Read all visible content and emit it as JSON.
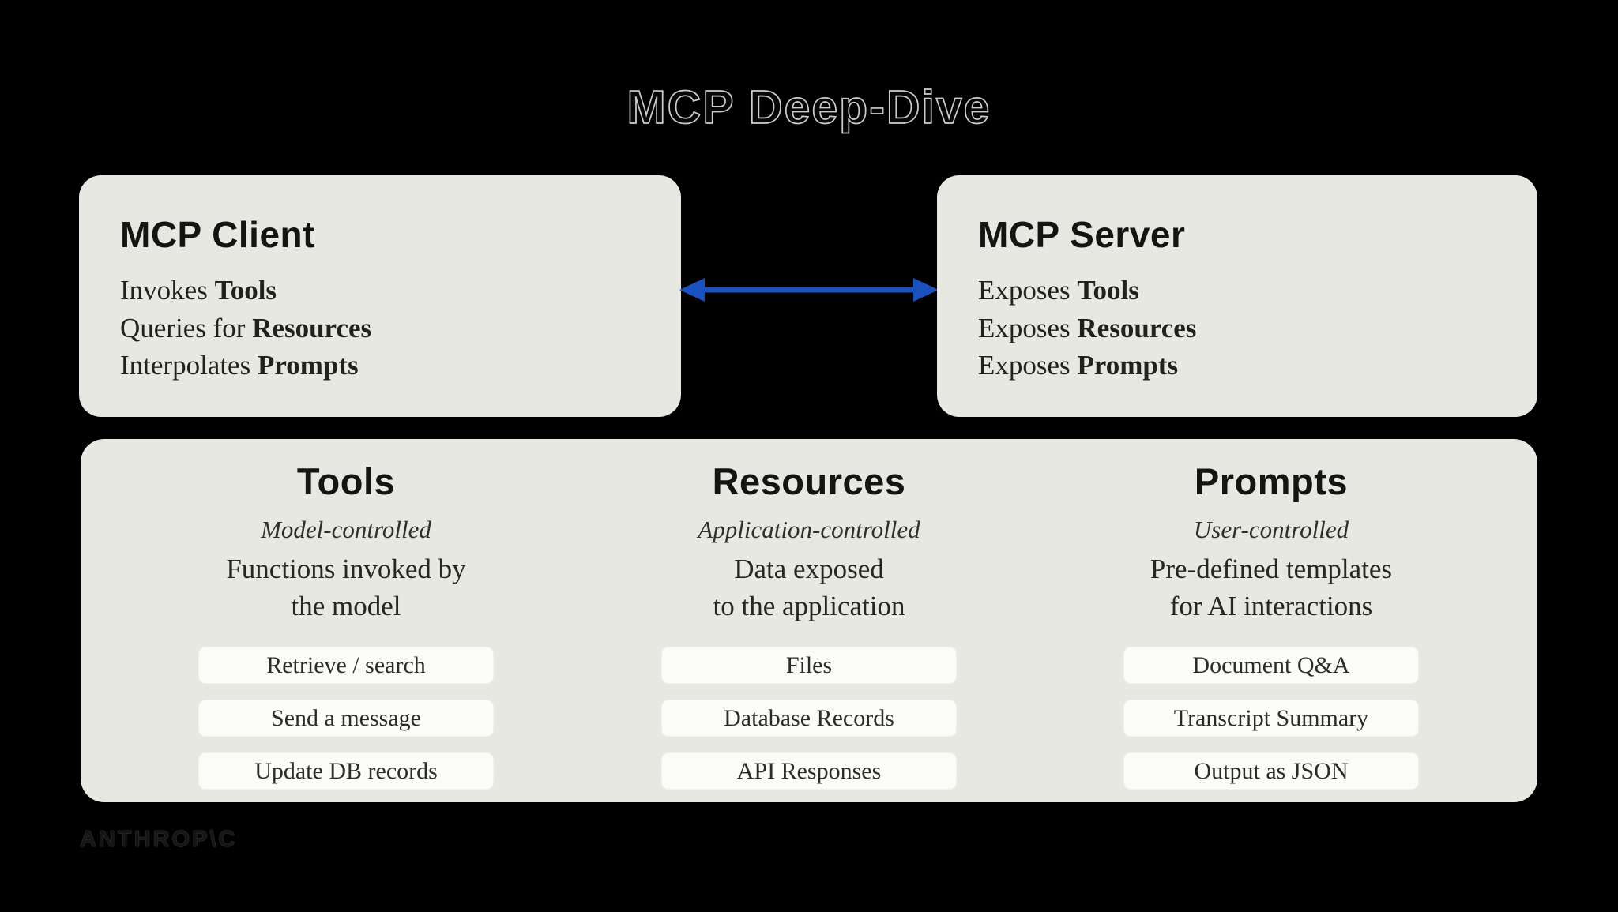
{
  "title": "MCP Deep-Dive",
  "client_box": {
    "title": "MCP Client",
    "lines": [
      {
        "prefix": "Invokes ",
        "keyword": "Tools"
      },
      {
        "prefix": "Queries for ",
        "keyword": "Resources"
      },
      {
        "prefix": "Interpolates ",
        "keyword": "Prompts"
      }
    ]
  },
  "server_box": {
    "title": "MCP Server",
    "lines": [
      {
        "prefix": "Exposes ",
        "keyword": "Tools"
      },
      {
        "prefix": "Exposes ",
        "keyword": "Resources"
      },
      {
        "prefix": "Exposes ",
        "keyword": "Prompts"
      }
    ]
  },
  "columns": [
    {
      "title": "Tools",
      "subtitle": "Model-controlled",
      "description_line1": "Functions invoked by",
      "description_line2": "the model",
      "items": [
        "Retrieve / search",
        "Send a message",
        "Update DB records"
      ]
    },
    {
      "title": "Resources",
      "subtitle": "Application-controlled",
      "description_line1": "Data exposed",
      "description_line2": "to the application",
      "items": [
        "Files",
        "Database Records",
        "API Responses"
      ]
    },
    {
      "title": "Prompts",
      "subtitle": "User-controlled",
      "description_line1": "Pre-defined templates",
      "description_line2": "for AI interactions",
      "items": [
        "Document Q&A",
        "Transcript Summary",
        "Output as JSON"
      ]
    }
  ],
  "footer": {
    "logo": "ANTHROP\\C"
  },
  "colors": {
    "background": "#000000",
    "panel": "#e8e8e2",
    "button": "#fbfbf8",
    "arrow": "#1b50bf",
    "text": "#21211d",
    "heading": "#141412"
  }
}
